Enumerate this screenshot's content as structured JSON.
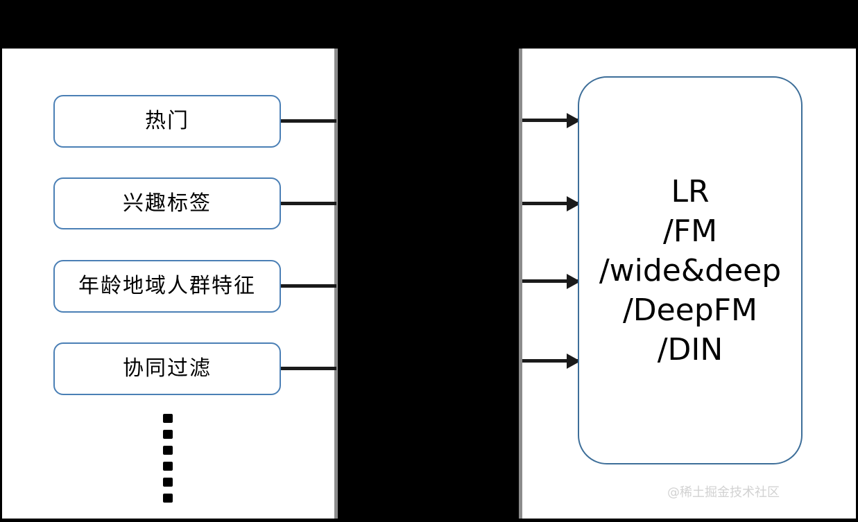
{
  "diagram": {
    "title": "recommendation-recall-to-ranking-flow",
    "colors": {
      "box_border_blue": "#4a7fb5",
      "model_box_border_blue": "#3d6e99",
      "connector_black": "#1a1a1a",
      "band_gray": "#8c8c8c",
      "panel_white": "#ffffff",
      "backdrop_black": "#000000",
      "watermark_gray": "#d2d2d2"
    },
    "recall_sources": [
      {
        "label": "热门"
      },
      {
        "label": "兴趣标签"
      },
      {
        "label": "年龄地域人群特征"
      },
      {
        "label": "协同过滤"
      }
    ],
    "ellipsis": {
      "name": "vertical-ellipsis",
      "dot_count": 6
    },
    "arrows": [
      {
        "name": "arrow-1"
      },
      {
        "name": "arrow-2"
      },
      {
        "name": "arrow-3"
      },
      {
        "name": "arrow-4"
      }
    ],
    "model_box": {
      "lines": [
        "LR",
        "/FM",
        "/wide&deep",
        "/DeepFM",
        "/DIN"
      ]
    },
    "watermark": {
      "text": "@稀土掘金技术社区"
    }
  }
}
